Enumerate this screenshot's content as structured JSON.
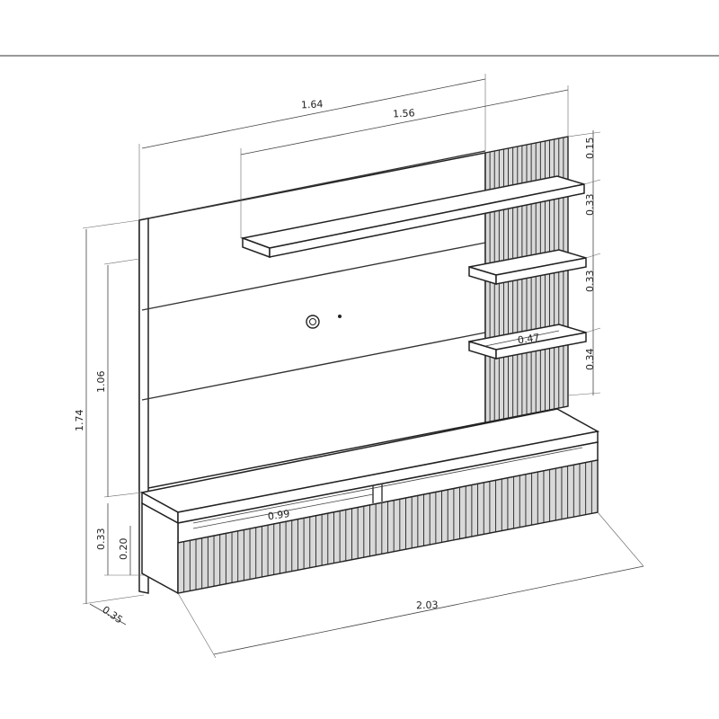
{
  "dimensions": {
    "width_top_overall": "1.64",
    "width_top_inner": "1.56",
    "height_overall": "1.74",
    "height_panel": "1.06",
    "height_base": "0.33",
    "height_drawer": "0.20",
    "depth": "0.35",
    "width_base": "2.03",
    "base_opening": "0.99",
    "shelf_gap_top": "0.15",
    "shelf_gap_1": "0.33",
    "shelf_gap_2": "0.33",
    "shelf_gap_3": "0.34",
    "shelf_width": "0.47"
  }
}
